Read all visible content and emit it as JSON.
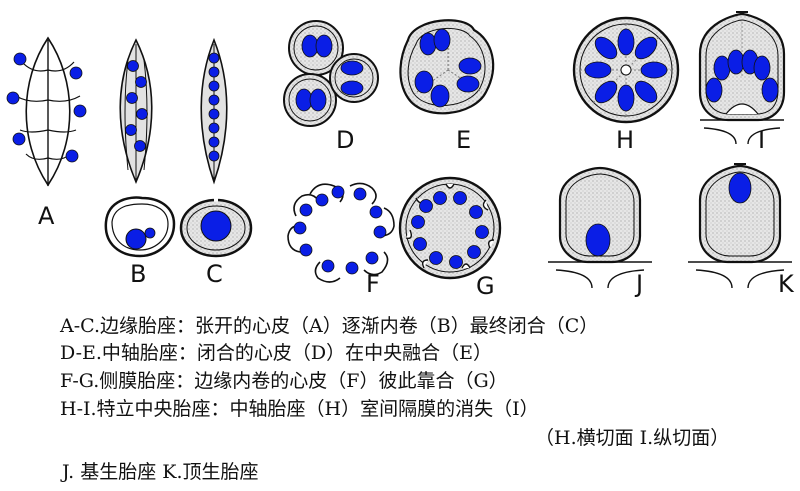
{
  "figure_labels": {
    "A": "A",
    "B": "B",
    "C": "C",
    "D": "D",
    "E": "E",
    "F": "F",
    "G": "G",
    "H": "H",
    "I": "I",
    "J": "J",
    "K": "K"
  },
  "caption_lines": [
    "A-C.边缘胎座：张开的心皮（A）逐渐内卷（B）最终闭合（C）",
    "D-E.中轴胎座：闭合的心皮（D）在中央融合（E）",
    "F-G.侧膜胎座：边缘内卷的心皮（F）彼此靠合（G）",
    "H-I.特立中央胎座：中轴胎座（H）室间隔膜的消失（I）",
    "（H.横切面 I.纵切面）",
    "J. 基生胎座 K.顶生胎座"
  ],
  "colors": {
    "ovule": "#0a1ee6",
    "tissue": "#d8d8d8",
    "outline": "#111111",
    "background": "#ffffff"
  }
}
